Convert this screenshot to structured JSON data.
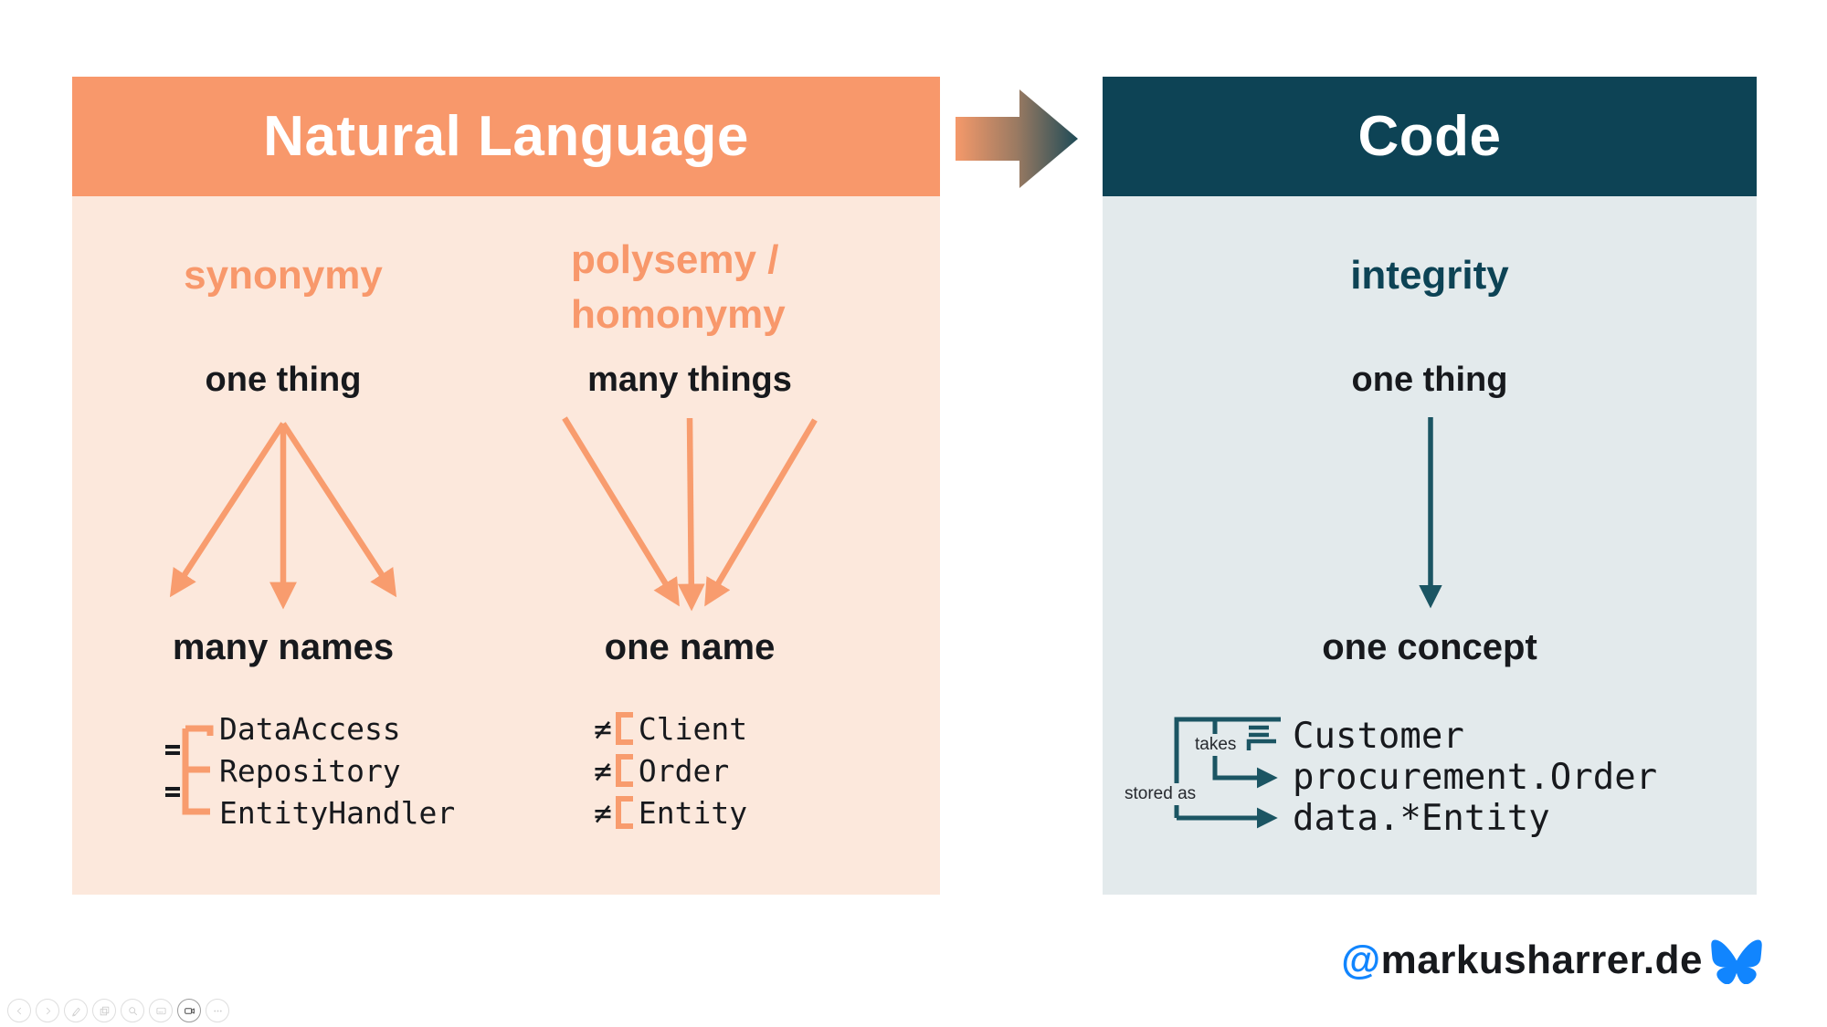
{
  "left_panel": {
    "title": "Natural Language",
    "columns": {
      "synonymy": {
        "title": "synonymy",
        "top_label": "one thing",
        "bottom_label": "many names",
        "relation_symbol": "=",
        "relation_icon": "equivalence-bracket-icon",
        "arrow_icon": "fan-out-arrows-icon",
        "names": [
          "DataAccess",
          "Repository",
          "EntityHandler"
        ]
      },
      "polysemy": {
        "title_line1": "polysemy /",
        "title_line2": "homonymy",
        "top_label": "many things",
        "bottom_label": "one name",
        "relation_symbol": "≠",
        "relation_icon": "orange-bracket-icon",
        "arrow_icon": "converge-arrows-icon",
        "names": [
          "Client",
          "Order",
          "Entity"
        ]
      }
    }
  },
  "transform_arrow": {
    "icon": "gradient-arrow-icon",
    "from_color": "#f5996a",
    "to_color": "#1f4b57"
  },
  "right_panel": {
    "title": "Code",
    "column": {
      "title": "integrity",
      "top_label": "one thing",
      "bottom_label": "one concept",
      "arrow_icon": "down-arrow-icon",
      "relation_symbol": "=",
      "relation_icon": "definition-bracket-icon",
      "code_lines": [
        "Customer",
        "procurement.Order",
        "data.*Entity"
      ],
      "edge_labels": {
        "takes": "takes",
        "stored_as": "stored as"
      }
    }
  },
  "footer": {
    "handle_at": "@",
    "handle_name": "markusharrer.de",
    "logo_icon": "bluesky-butterfly-icon",
    "logo_color": "#1185fe"
  },
  "toolbar": {
    "buttons": [
      {
        "icon": "chevron-left-icon"
      },
      {
        "icon": "chevron-right-icon"
      },
      {
        "icon": "pen-icon"
      },
      {
        "icon": "overview-frames-icon"
      },
      {
        "icon": "magnifier-icon"
      },
      {
        "icon": "notes-card-icon"
      },
      {
        "icon": "camera-icon"
      },
      {
        "icon": "ellipsis-icon"
      }
    ]
  },
  "colors": {
    "orange": "#f8986b",
    "peach_bg": "#fce8dc",
    "teal": "#0d4355",
    "steel_bg": "#e3eaec",
    "ink": "#17191d",
    "bluesky_blue": "#1185fe"
  }
}
